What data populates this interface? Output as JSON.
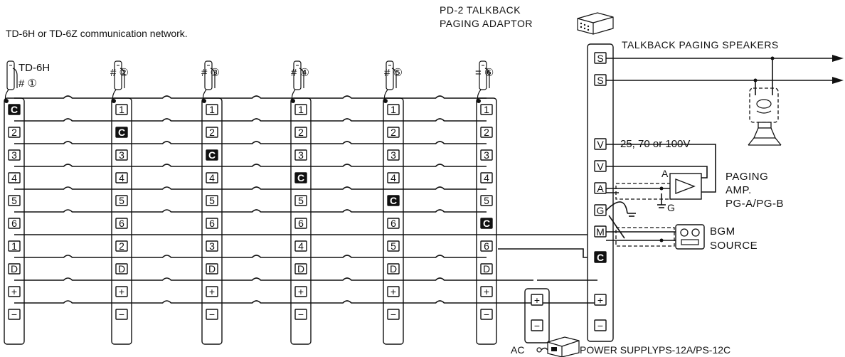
{
  "network_title": "TD-6H or TD-6Z communication network.",
  "station_model": "TD-6H",
  "stations": [
    "# ①",
    "# ②",
    "# ③",
    "# ④",
    "# ⑤",
    "= ⑥"
  ],
  "station_terminals": [
    [
      "C",
      "2",
      "3",
      "4",
      "5",
      "6",
      "1",
      "D",
      "+",
      "−"
    ],
    [
      "1",
      "C",
      "3",
      "4",
      "5",
      "6",
      "2",
      "D",
      "+",
      "−"
    ],
    [
      "1",
      "2",
      "C",
      "4",
      "5",
      "6",
      "3",
      "D",
      "+",
      "−"
    ],
    [
      "1",
      "2",
      "3",
      "C",
      "5",
      "6",
      "4",
      "D",
      "+",
      "−"
    ],
    [
      "1",
      "2",
      "3",
      "4",
      "C",
      "6",
      "5",
      "D",
      "+",
      "−"
    ],
    [
      "1",
      "2",
      "3",
      "4",
      "5",
      "C",
      "6",
      "D",
      "+",
      "−"
    ]
  ],
  "adaptor_label_line1": "PD-2 TALKBACK",
  "adaptor_label_line2": "PAGING ADAPTOR",
  "adaptor_terminals": [
    "S",
    "S",
    "V",
    "V",
    "A",
    "G",
    "M",
    "C"
  ],
  "speakers_label": "TALKBACK PAGING SPEAKERS",
  "voltage_label": "25, 70 or 100V",
  "amp_label": [
    "PAGING",
    "AMP.",
    "PG-A/PG-B"
  ],
  "amp_input_label": "A",
  "amp_ground_label": "G",
  "bgm_label": [
    "BGM",
    "SOURCE"
  ],
  "power_supply_label": "POWER SUPPLYPS-12A/PS-12C",
  "ac_label": "AC",
  "psu_terminals": [
    "+",
    "−"
  ],
  "adaptor_power_terminals": [
    "+",
    "−"
  ]
}
